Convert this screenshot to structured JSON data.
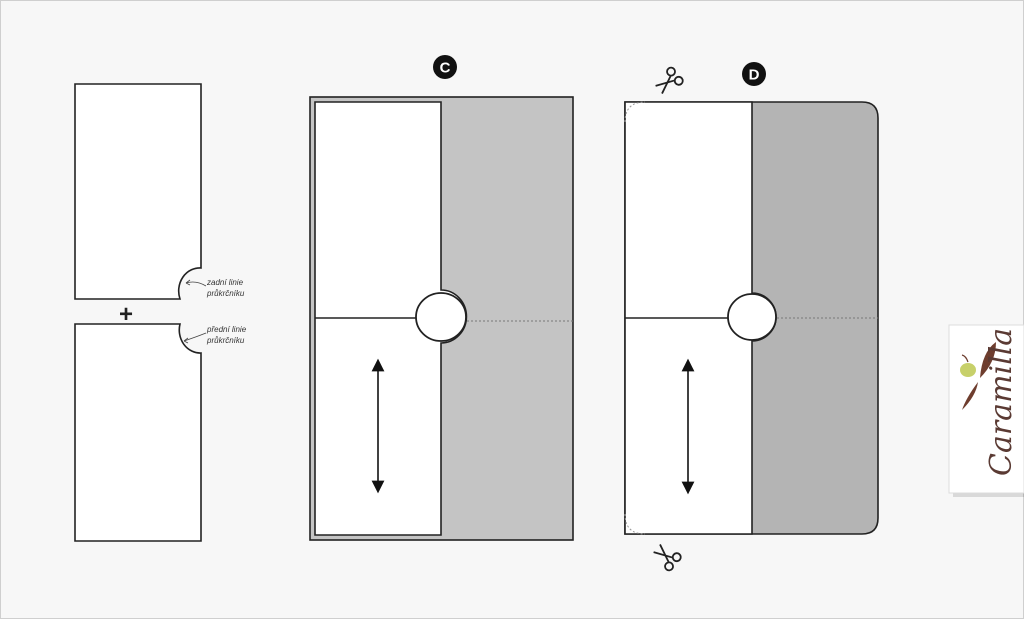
{
  "colors": {
    "outline": "#222222",
    "panel_background": "#f7f7f7",
    "fold_grey_c": "#c4c4c4",
    "fold_grey_d": "#b4b4b4",
    "brand_text": "#5a3a33",
    "brand_leaf": "#6e3d2e",
    "brand_pear": "#c7d06a"
  },
  "left_pieces": {
    "plus_sign": "+",
    "back_neckline_label": [
      "zadní linie",
      "průkrčníku"
    ],
    "front_neckline_label": [
      "přední linie",
      "průkrčníku"
    ]
  },
  "step_c": {
    "letter": "C"
  },
  "step_d": {
    "letter": "D"
  },
  "icons": {
    "grain_arrow": "double-arrow-vertical-icon",
    "cut": "scissors-icon"
  },
  "brand": {
    "name": "Caramilla"
  }
}
